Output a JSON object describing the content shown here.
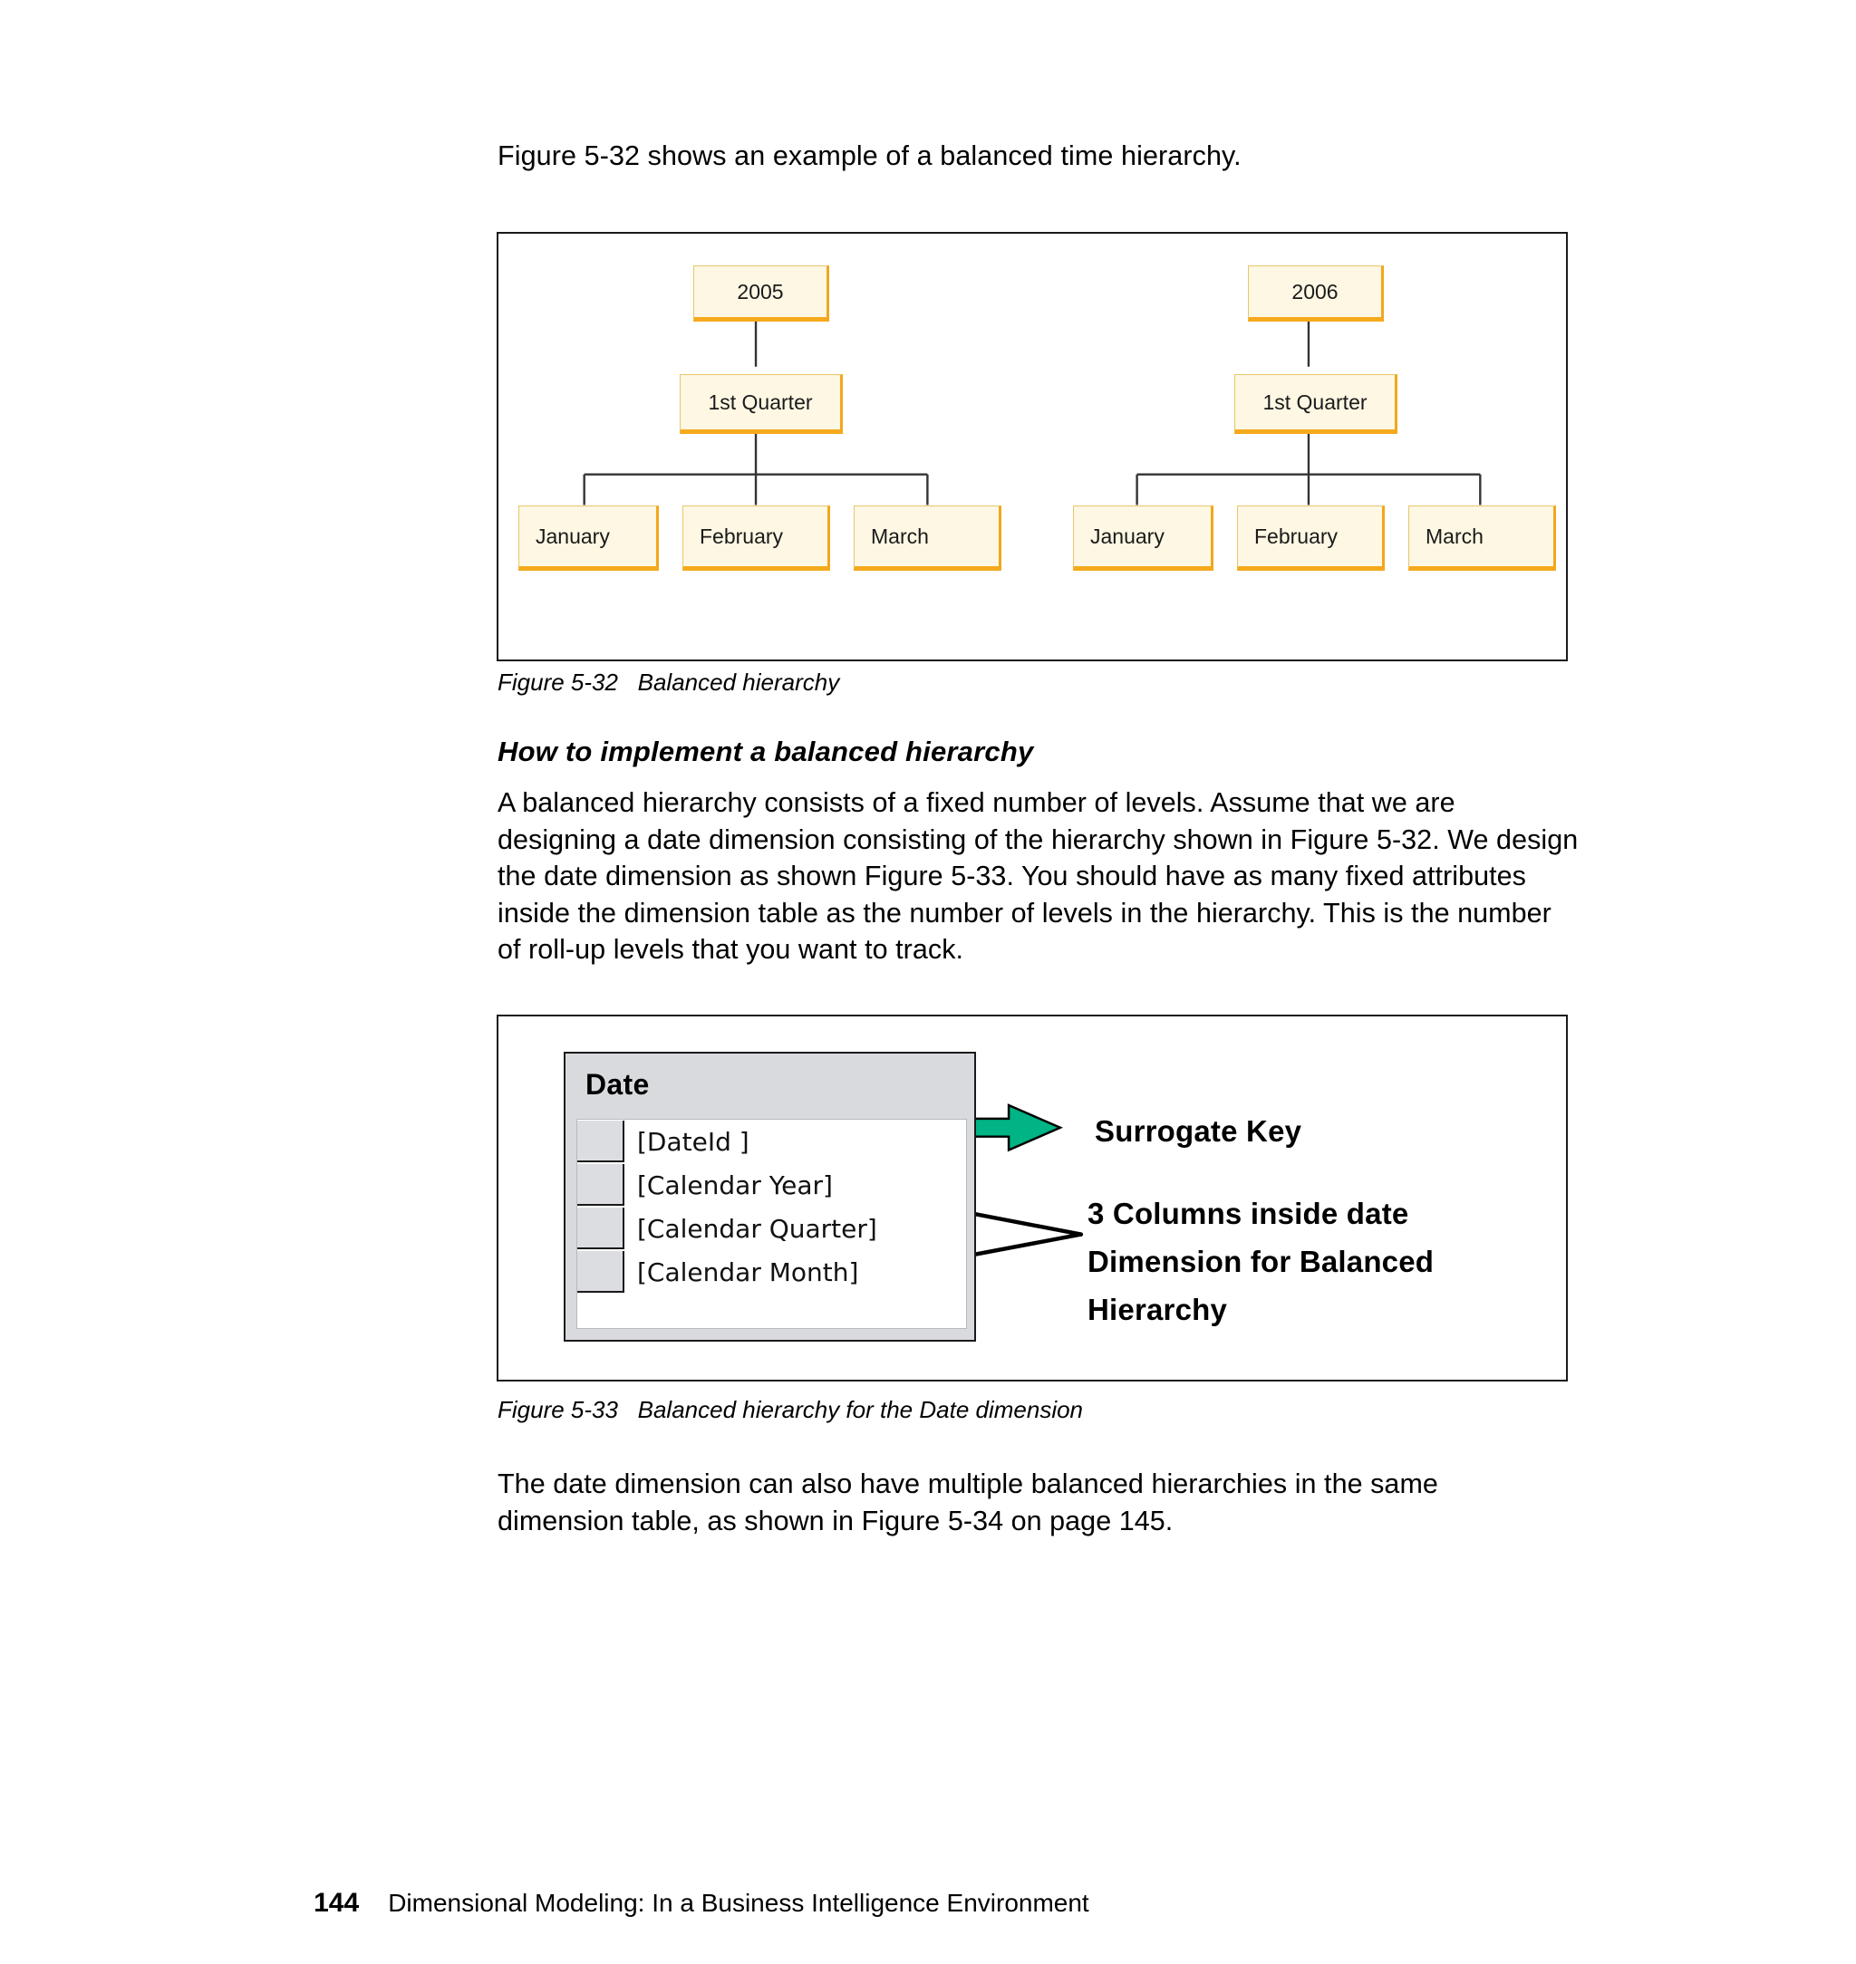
{
  "page": {
    "intro_text": "Figure 5-32 shows an example of a balanced time hierarchy.",
    "footer_page_number": "144",
    "footer_title": "Dimensional Modeling: In a Business Intelligence Environment"
  },
  "figure_532": {
    "caption": "Figure 5-32   Balanced hierarchy",
    "diagram_type": "tree",
    "branches": [
      {
        "year": "2005",
        "quarter": "1st Quarter",
        "months": [
          "January",
          "February",
          "March"
        ]
      },
      {
        "year": "2006",
        "quarter": "1st Quarter",
        "months": [
          "January",
          "February",
          "March"
        ]
      }
    ],
    "node_fill_color": "#fdf7e3",
    "node_shadow_color": "#f5a91c"
  },
  "section": {
    "heading": "How to implement a balanced hierarchy",
    "paragraph": "A balanced hierarchy consists of a fixed number of levels. Assume that we are designing a date dimension consisting of the hierarchy shown in Figure 5-32. We design the date dimension as shown Figure 5-33. You should have as many fixed attributes inside the dimension table as the number of levels in the hierarchy. This is the number of roll-up levels that you want to track."
  },
  "figure_533": {
    "caption": "Figure 5-33   Balanced hierarchy for the Date dimension",
    "table": {
      "title": "Date",
      "columns": [
        "[DateId ]",
        "[Calendar Year]",
        "[Calendar Quarter]",
        "[Calendar Month]"
      ]
    },
    "annotations": {
      "surrogate_key": "Surrogate Key",
      "columns_note": "3 Columns inside date Dimension for Balanced Hierarchy"
    },
    "arrow_color": "#00b485"
  },
  "closing": {
    "paragraph": "The date dimension can also have multiple balanced hierarchies in the same dimension table, as shown in Figure 5-34 on page 145."
  }
}
